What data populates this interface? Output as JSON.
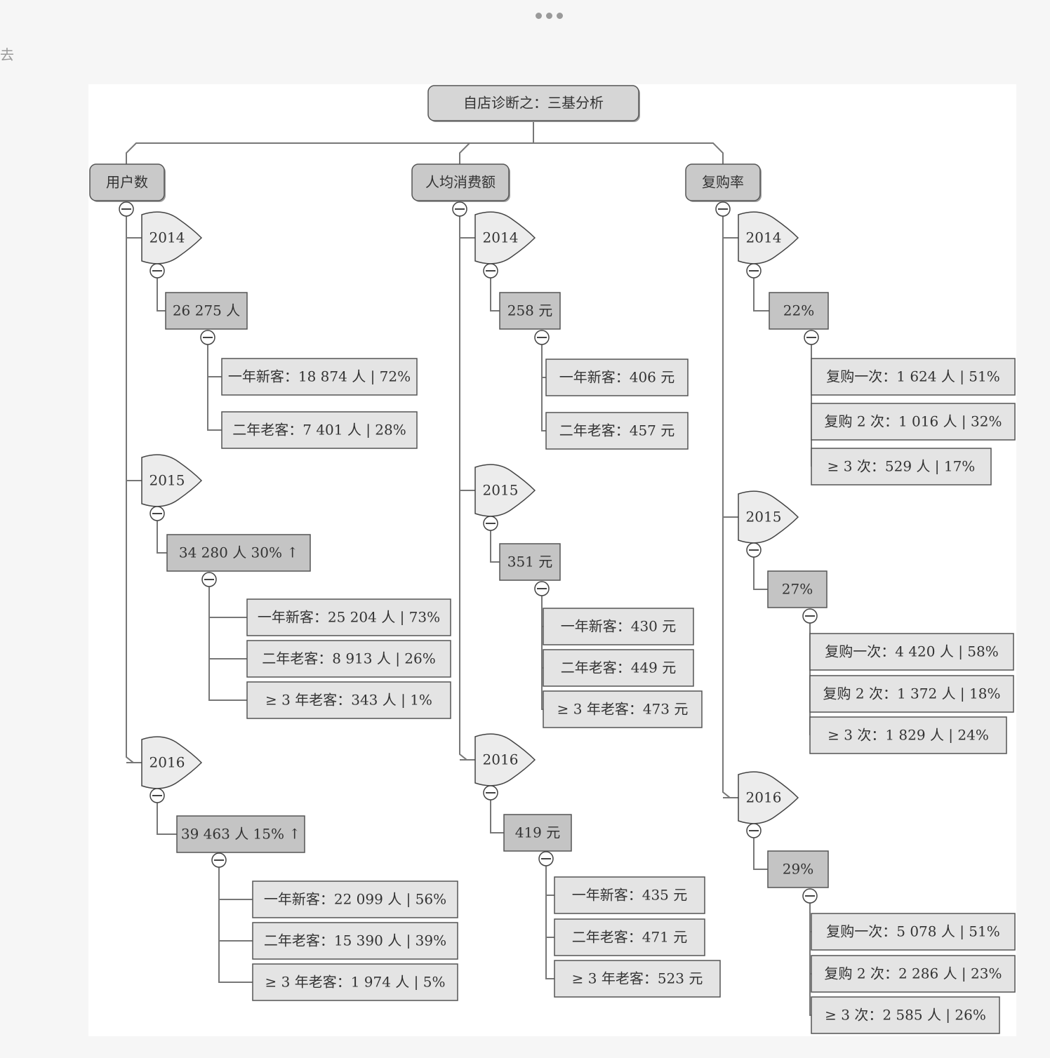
{
  "root": "自店诊断之：三基分析",
  "categories": [
    {
      "name": "用户数",
      "years": [
        {
          "year": "2014",
          "total": "26 275 人",
          "items": [
            "一年新客：18 874 人 | 72%",
            "二年老客：7 401 人 | 28%"
          ]
        },
        {
          "year": "2015",
          "total": "34 280 人 30% ↑",
          "items": [
            "一年新客：25 204 人 | 73%",
            "二年老客：8 913 人 | 26%",
            "≥ 3 年老客：343 人 | 1%"
          ]
        },
        {
          "year": "2016",
          "total": "39 463 人 15% ↑",
          "items": [
            "一年新客：22 099 人 | 56%",
            "二年老客：15 390 人 | 39%",
            "≥ 3 年老客：1 974 人 | 5%"
          ]
        }
      ]
    },
    {
      "name": "人均消费额",
      "years": [
        {
          "year": "2014",
          "total": "258 元",
          "items": [
            "一年新客：406 元",
            "二年老客：457 元"
          ]
        },
        {
          "year": "2015",
          "total": "351 元",
          "items": [
            "一年新客：430 元",
            "二年老客：449 元",
            "≥ 3 年老客：473 元"
          ]
        },
        {
          "year": "2016",
          "total": "419 元",
          "items": [
            "一年新客：435 元",
            "二年老客：471 元",
            "≥ 3 年老客：523 元"
          ]
        }
      ]
    },
    {
      "name": "复购率",
      "years": [
        {
          "year": "2014",
          "total": "22%",
          "items": [
            "复购一次：1 624 人 | 51%",
            "复购 2 次：1 016 人 | 32%",
            "≥ 3 次：529 人 | 17%"
          ]
        },
        {
          "year": "2015",
          "total": "27%",
          "items": [
            "复购一次：4 420 人 | 58%",
            "复购 2 次：1 372 人 | 18%",
            "≥ 3 次：1 829 人 | 24%"
          ]
        },
        {
          "year": "2016",
          "total": "29%",
          "items": [
            "复购一次：5 078 人 | 51%",
            "复购 2 次：2 286 人 | 23%",
            "≥ 3 次：2 585 人 | 26%"
          ]
        }
      ]
    }
  ],
  "colors": {
    "root_fill": "#d6d6d6",
    "category_fill": "#c9c9c9",
    "year_fill": "#ececec",
    "total_fill": "#c4c4c4",
    "item_fill": "#e4e4e4",
    "line": "#777777",
    "border": "#555555"
  },
  "edge_glyph": "去"
}
